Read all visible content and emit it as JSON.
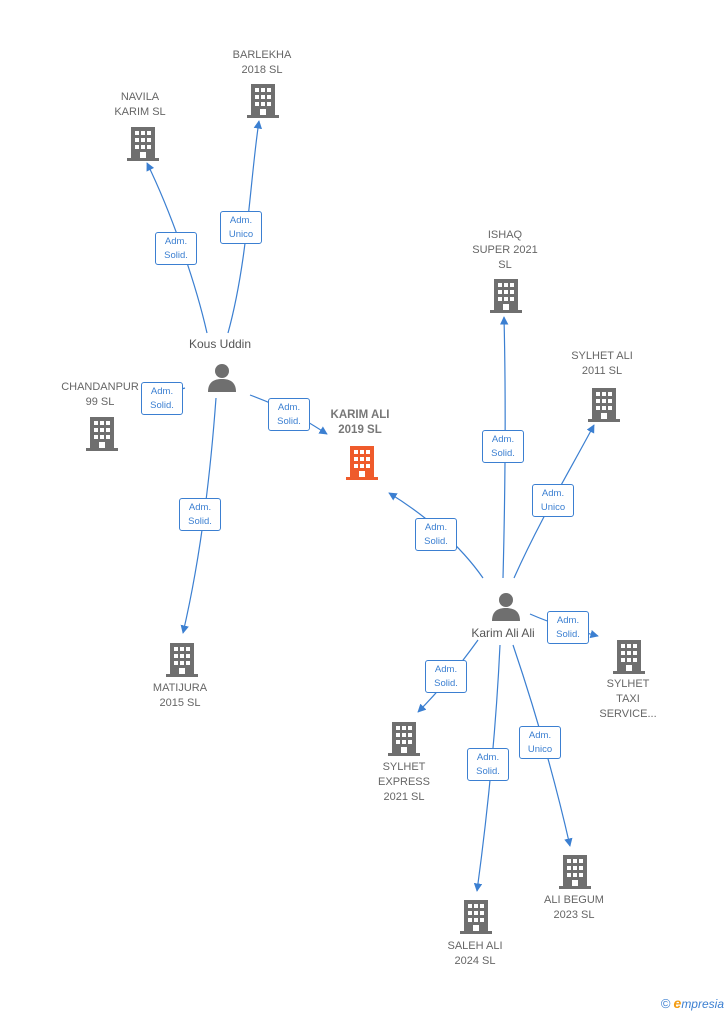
{
  "colors": {
    "edge": "#3b7fd1",
    "company": "#6f6f6f",
    "main_company": "#ef5b2b",
    "person": "#6f6f6f"
  },
  "nodes": {
    "barlekha": [
      "BARLEKHA",
      "2018  SL"
    ],
    "navila": [
      "NAVILA",
      "KARIM  SL"
    ],
    "chandanpur": [
      "CHANDANPUR",
      "99  SL"
    ],
    "kous": [
      "Kous Uddin"
    ],
    "karim_ali_2019": [
      "KARIM ALI",
      "2019  SL"
    ],
    "ishaq": [
      "ISHAQ",
      "SUPER 2021",
      "SL"
    ],
    "sylhet_ali": [
      "SYLHET ALI",
      "2011  SL"
    ],
    "matijura": [
      "MATIJURA",
      "2015  SL"
    ],
    "karim_ali_ali": [
      "Karim Ali Ali"
    ],
    "sylhet_taxi": [
      "SYLHET",
      "TAXI",
      "SERVICE..."
    ],
    "sylhet_express": [
      "SYLHET",
      "EXPRESS",
      "2021  SL"
    ],
    "saleh": [
      "SALEH ALI",
      "2024  SL"
    ],
    "ali_begum": [
      "ALI BEGUM",
      "2023  SL"
    ]
  },
  "roles": {
    "kous_navila": [
      "Adm.",
      "Solid."
    ],
    "kous_barlekha": [
      "Adm.",
      "Unico"
    ],
    "kous_chandanpur": [
      "Adm.",
      "Solid."
    ],
    "kous_karim2019": [
      "Adm.",
      "Solid."
    ],
    "kous_matijura": [
      "Adm.",
      "Solid."
    ],
    "kaa_ishaq": [
      "Adm.",
      "Solid."
    ],
    "kaa_sylhetali": [
      "Adm.",
      "Unico"
    ],
    "kaa_karim2019": [
      "Adm.",
      "Solid."
    ],
    "kaa_taxi": [
      "Adm.",
      "Solid."
    ],
    "kaa_express": [
      "Adm.",
      "Solid."
    ],
    "kaa_saleh": [
      "Adm.",
      "Solid."
    ],
    "kaa_begum": [
      "Adm.",
      "Unico"
    ]
  },
  "footer": {
    "copyright": "©",
    "brand_initial": "e",
    "brand_rest": "mpresia"
  }
}
